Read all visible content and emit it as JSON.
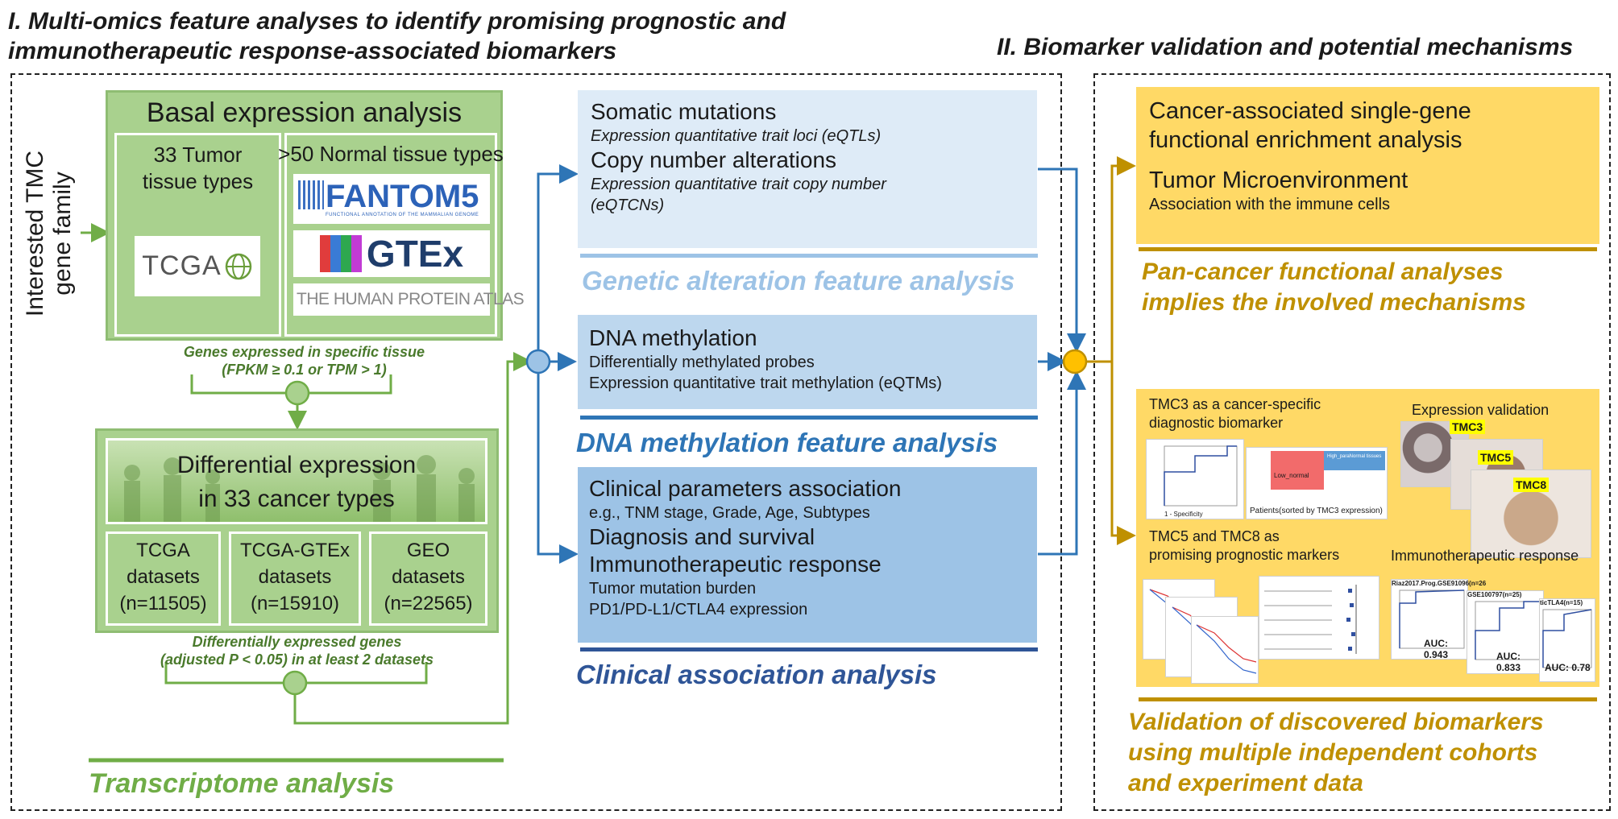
{
  "titles": {
    "left_line1": "I. Multi-omics feature analyses to identify promising prognostic and",
    "left_line2": "immunotherapeutic response-associated biomarkers",
    "right": "II. Biomarker validation and potential mechanisms"
  },
  "input_label": "Interested TMC gene family",
  "basal": {
    "title": "Basal expression analysis",
    "tumor_label": "33 Tumor tissue types",
    "tcga_logo": "TCGA",
    "normal_label": ">50 Normal tissue types",
    "fantom_logo": "FANTOM5",
    "fantom_sub": "FUNCTIONAL ANNOTATION OF THE MAMMALIAN GENOME",
    "gtex_logo": "GTEx",
    "hpa_logo": "THE HUMAN PROTEIN ATLAS",
    "caption_line1": "Genes expressed in specific tissue",
    "caption_line2": "(FPKM ≥ 0.1 or TPM > 1)"
  },
  "diff": {
    "title_line1": "Differential expression",
    "title_line2": "in 33 cancer types",
    "datasets": [
      {
        "name": "TCGA",
        "sub": "datasets",
        "n": "(n=11505)"
      },
      {
        "name": "TCGA-GTEx",
        "sub": "datasets",
        "n": "(n=15910)"
      },
      {
        "name": "GEO",
        "sub": "datasets",
        "n": "(n=22565)"
      }
    ],
    "caption_line1": "Differentially expressed genes",
    "caption_line2": "(adjusted P < 0.05) in at least 2 datasets"
  },
  "transcriptome_label": "Transcriptome analysis",
  "genetic": {
    "h1": "Somatic mutations",
    "s1": "Expression quantitative trait loci (eQTLs)",
    "h2": "Copy number alterations",
    "s2": "Expression quantitative trait copy number (eQTCNs)",
    "label": "Genetic alteration feature analysis"
  },
  "methylation": {
    "h1": "DNA methylation",
    "s1": "Differentially methylated probes",
    "s2": "Expression quantitative trait methylation (eQTMs)",
    "label": "DNA methylation feature analysis"
  },
  "clinical": {
    "h1": "Clinical parameters association",
    "s1": "e.g., TNM stage, Grade, Age, Subtypes",
    "h2": "Diagnosis and survival",
    "h3": "Immunotherapeutic response",
    "s2": "Tumor mutation burden",
    "s3": "PD1/PD-L1/CTLA4 expression",
    "label": "Clinical association analysis"
  },
  "functional": {
    "h1_line1": "Cancer-associated single-gene",
    "h1_line2": "functional enrichment analysis",
    "h2": "Tumor Microenvironment",
    "s2": "Association with the immune cells",
    "label_line1": "Pan-cancer functional analyses",
    "label_line2": "implies the involved mechanisms"
  },
  "validation": {
    "tmc3_line1": "TMC3 as a cancer-specific",
    "tmc3_line2": "diagnostic biomarker",
    "expr_label": "Expression validation",
    "tag_tmc3": "TMC3",
    "tag_tmc5": "TMC5",
    "tag_tmc8": "TMC8",
    "heat_low": "Low_normal",
    "heat_high": "High_paraNormal tissues",
    "heat_axis": "Patients(sorted by TMC3 expression)",
    "roc_axis": "1 - Specificity",
    "prog_line1": "TMC5 and TMC8 as",
    "prog_line2": "promising prognostic markers",
    "immuno_label": "Immunotherapeutic response",
    "roc1_title": "Riaz2017.Prog.GSE91096(n=26",
    "roc2_title": "GSE100797(n=25)",
    "roc3_title": "ticTLA4(n=15)",
    "auc1": "AUC: 0.943",
    "auc2": "AUC: 0.833",
    "auc3": "AUC: 0.78",
    "label_line1": "Validation of discovered biomarkers",
    "label_line2": "using multiple independent cohorts",
    "label_line3": "and experiment data"
  },
  "colors": {
    "green": "#a9d18e",
    "green_dark": "#70ad47",
    "blue_light": "#deebf7",
    "blue_mid": "#bdd7ee",
    "blue_deep": "#9dc3e6",
    "blue_text_light": "#9dc3e6",
    "blue_text_mid": "#2e75b6",
    "blue_text_deep": "#2f5597",
    "gold": "#bf9000",
    "yellow": "#ffd966"
  }
}
